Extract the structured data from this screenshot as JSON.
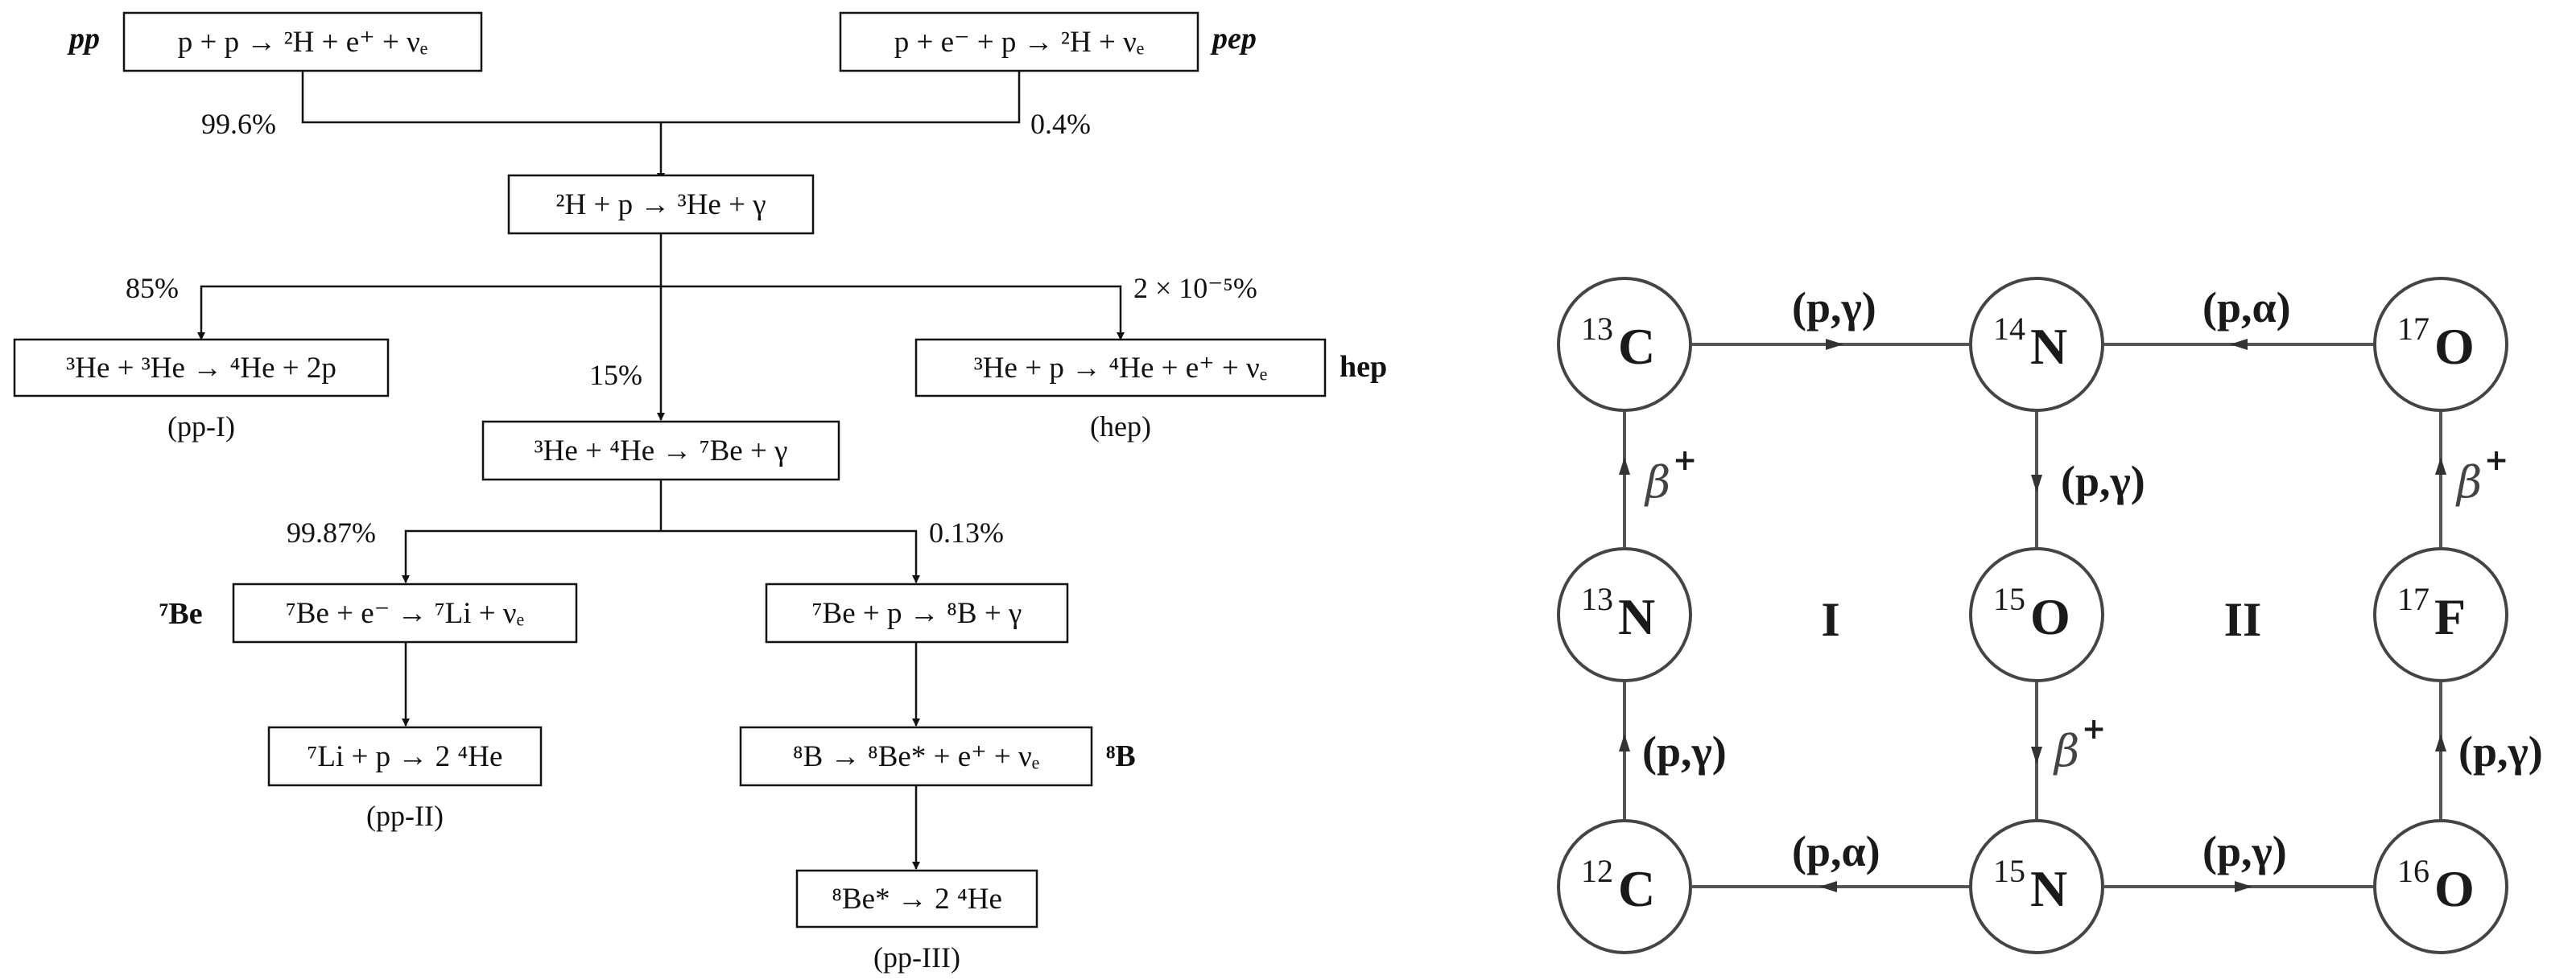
{
  "pp_chain": {
    "pp": {
      "tag": "pp",
      "reaction": "p + p → ²H + e⁺ + νₑ",
      "branch": "99.6%"
    },
    "pep": {
      "tag": "pep",
      "reaction": "p + e⁻ + p → ²H + νₑ",
      "branch": "0.4%"
    },
    "deuterium": {
      "reaction": "²H + p → ³He + γ"
    },
    "ppI": {
      "reaction": "³He + ³He → ⁴He + 2p",
      "branch": "85%",
      "caption": "(pp-I)"
    },
    "hep": {
      "tag": "hep",
      "reaction": "³He + p → ⁴He + e⁺ + νₑ",
      "branch": "2 × 10⁻⁵%",
      "caption": "(hep)"
    },
    "he3he4": {
      "reaction": "³He + ⁴He → ⁷Be + γ",
      "branch": "15%"
    },
    "be7ec": {
      "tag": "⁷Be",
      "reaction": "⁷Be + e⁻ → ⁷Li + νₑ",
      "branch": "99.87%"
    },
    "be7p": {
      "reaction": "⁷Be + p → ⁸B + γ",
      "branch": "0.13%"
    },
    "li7": {
      "reaction": "⁷Li + p → 2 ⁴He",
      "caption": "(pp-II)"
    },
    "b8": {
      "tag": "⁸B",
      "reaction": "⁸B → ⁸Be* + e⁺ + νₑ"
    },
    "be8": {
      "reaction": "⁸Be* → 2 ⁴He",
      "caption": "(pp-III)"
    }
  },
  "cno_cycle": {
    "nodes": [
      {
        "id": "c13",
        "mass": "13",
        "sym": "C"
      },
      {
        "id": "n14",
        "mass": "14",
        "sym": "N"
      },
      {
        "id": "o17",
        "mass": "17",
        "sym": "O"
      },
      {
        "id": "n13",
        "mass": "13",
        "sym": "N"
      },
      {
        "id": "o15",
        "mass": "15",
        "sym": "O"
      },
      {
        "id": "f17",
        "mass": "17",
        "sym": "F"
      },
      {
        "id": "c12",
        "mass": "12",
        "sym": "C"
      },
      {
        "id": "n15",
        "mass": "15",
        "sym": "N"
      },
      {
        "id": "o16",
        "mass": "16",
        "sym": "O"
      }
    ],
    "edges": {
      "c13_n14": "(p,γ)",
      "o17_n14": "(p,α)",
      "n14_o15": "(p,γ)",
      "n13_c13": "β",
      "f17_o17": "β",
      "o15_n15": "β",
      "c12_n13": "(p,γ)",
      "o16_f17": "(p,γ)",
      "n15_c12": "(p,α)",
      "n15_o16": "(p,γ)"
    },
    "beta_sup": "+",
    "cycle_labels": [
      "I",
      "II"
    ]
  }
}
